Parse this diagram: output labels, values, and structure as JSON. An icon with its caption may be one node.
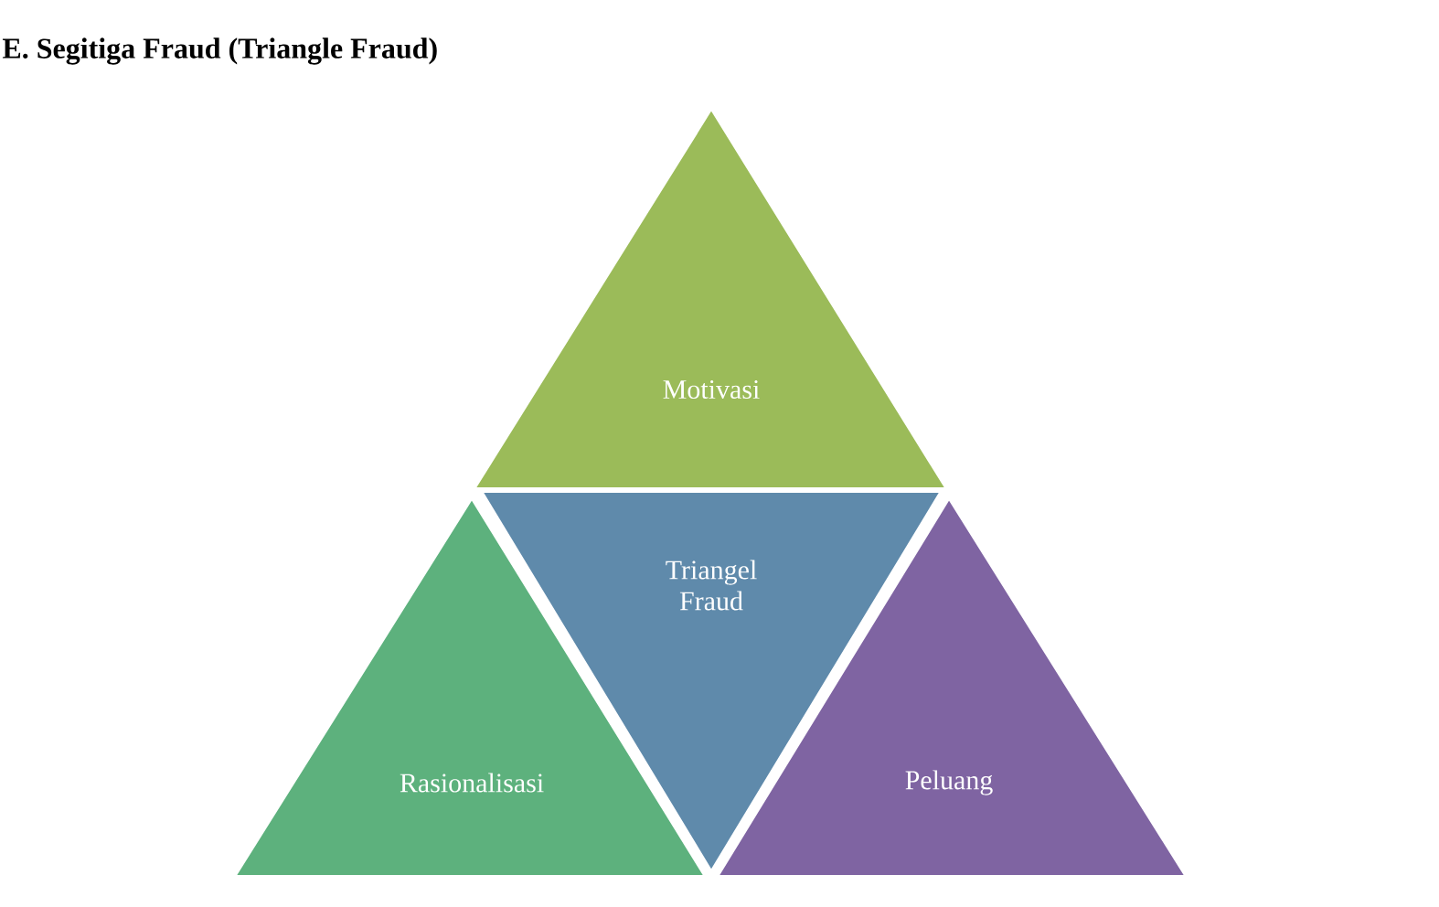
{
  "diagram": {
    "title": "E.  Segitiga Fraud (Triangle Fraud)",
    "nodes": [
      {
        "text": [
          "Motivasi"
        ]
      },
      {
        "text": [
          "Triangel Fraud"
        ]
      },
      {
        "text": [
          "Rasionalisasi"
        ]
      },
      {
        "text": [
          "Peluang"
        ]
      }
    ]
  }
}
